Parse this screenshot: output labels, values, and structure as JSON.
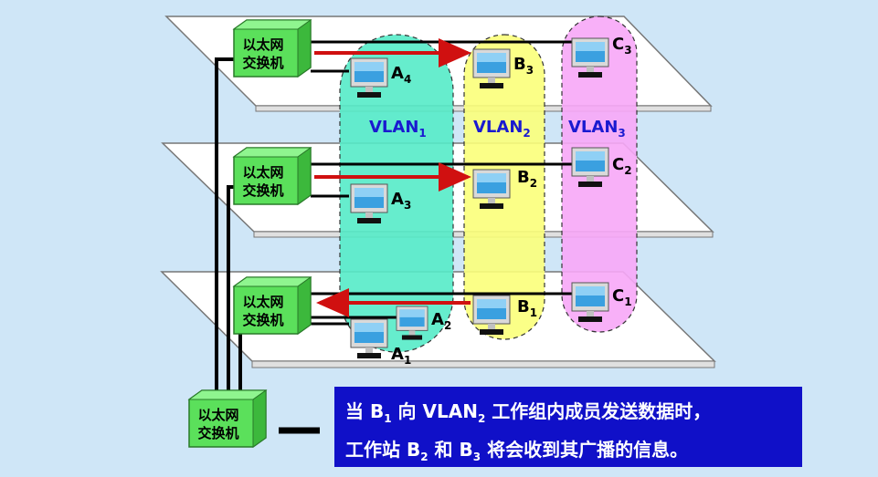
{
  "switch_label_1": "以太网",
  "switch_label_2": "交换机",
  "vlans": [
    {
      "name": "VLAN",
      "sub": "1",
      "color": "#1a1ad0",
      "fill": "#55ebc8"
    },
    {
      "name": "VLAN",
      "sub": "2",
      "color": "#1a1ad0",
      "fill": "#fbff7a"
    },
    {
      "name": "VLAN",
      "sub": "3",
      "color": "#1a1ad0",
      "fill": "#f7a7f7"
    }
  ],
  "stations": {
    "A1": {
      "name": "A",
      "sub": "1"
    },
    "A2": {
      "name": "A",
      "sub": "2"
    },
    "A3": {
      "name": "A",
      "sub": "3"
    },
    "A4": {
      "name": "A",
      "sub": "4"
    },
    "B1": {
      "name": "B",
      "sub": "1"
    },
    "B2": {
      "name": "B",
      "sub": "2"
    },
    "B3": {
      "name": "B",
      "sub": "3"
    },
    "C1": {
      "name": "C",
      "sub": "1"
    },
    "C2": {
      "name": "C",
      "sub": "2"
    },
    "C3": {
      "name": "C",
      "sub": "3"
    }
  },
  "caption": {
    "line1_prefix": "当 B",
    "line1_sub1": "1",
    "line1_mid": " 向 VLAN",
    "line1_sub2": "2",
    "line1_suffix": " 工作组内成员发送数据时，",
    "line2_prefix": "工作站 B",
    "line2_sub1": "2",
    "line2_mid": " 和 B",
    "line2_sub2": "3",
    "line2_suffix": " 将会收到其广播的信息。"
  },
  "colors": {
    "arrow": "#d01010",
    "line": "#000000",
    "switch": "#5be05b",
    "caption_bg": "#1010c8"
  }
}
